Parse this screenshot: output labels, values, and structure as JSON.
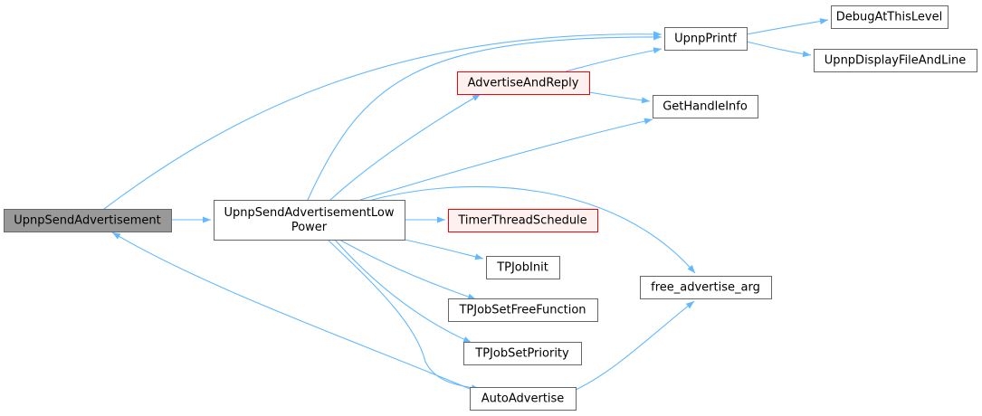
{
  "colors": {
    "edge": "#63b8ff",
    "normal_fill": "#ffffff",
    "normal_border": "#666666",
    "focus_fill": "#999999",
    "focus_border": "#666666",
    "red_fill": "#fff0f0",
    "red_border": "#ff0000"
  },
  "nodes": [
    {
      "id": "upnp-send-advertisement",
      "lines": [
        "UpnpSendAdvertisement"
      ],
      "style": "focus"
    },
    {
      "id": "upnp-send-advertisement-low-power",
      "lines": [
        "UpnpSendAdvertisementLow",
        "Power"
      ],
      "style": "normal"
    },
    {
      "id": "upnp-printf",
      "lines": [
        "UpnpPrintf"
      ],
      "style": "normal"
    },
    {
      "id": "debug-at-this-level",
      "lines": [
        "DebugAtThisLevel"
      ],
      "style": "normal"
    },
    {
      "id": "upnp-display-file-and-line",
      "lines": [
        "UpnpDisplayFileAndLine"
      ],
      "style": "normal"
    },
    {
      "id": "advertise-and-reply",
      "lines": [
        "AdvertiseAndReply"
      ],
      "style": "red"
    },
    {
      "id": "get-handle-info",
      "lines": [
        "GetHandleInfo"
      ],
      "style": "normal"
    },
    {
      "id": "timer-thread-schedule",
      "lines": [
        "TimerThreadSchedule"
      ],
      "style": "red"
    },
    {
      "id": "tp-job-init",
      "lines": [
        "TPJobInit"
      ],
      "style": "normal"
    },
    {
      "id": "free-advertise-arg",
      "lines": [
        "free_advertise_arg"
      ],
      "style": "normal"
    },
    {
      "id": "tp-job-set-free-function",
      "lines": [
        "TPJobSetFreeFunction"
      ],
      "style": "normal"
    },
    {
      "id": "tp-job-set-priority",
      "lines": [
        "TPJobSetPriority"
      ],
      "style": "normal"
    },
    {
      "id": "auto-advertise",
      "lines": [
        "AutoAdvertise"
      ],
      "style": "normal"
    }
  ],
  "edges": [
    {
      "from": "upnp-send-advertisement",
      "to": "upnp-send-advertisement-low-power"
    },
    {
      "from": "upnp-send-advertisement",
      "to": "upnp-printf"
    },
    {
      "from": "upnp-send-advertisement-low-power",
      "to": "upnp-printf"
    },
    {
      "from": "upnp-send-advertisement-low-power",
      "to": "advertise-and-reply"
    },
    {
      "from": "upnp-send-advertisement-low-power",
      "to": "get-handle-info"
    },
    {
      "from": "upnp-send-advertisement-low-power",
      "to": "timer-thread-schedule"
    },
    {
      "from": "upnp-send-advertisement-low-power",
      "to": "tp-job-init"
    },
    {
      "from": "upnp-send-advertisement-low-power",
      "to": "free-advertise-arg"
    },
    {
      "from": "upnp-send-advertisement-low-power",
      "to": "tp-job-set-free-function"
    },
    {
      "from": "upnp-send-advertisement-low-power",
      "to": "tp-job-set-priority"
    },
    {
      "from": "upnp-send-advertisement-low-power",
      "to": "auto-advertise"
    },
    {
      "from": "upnp-printf",
      "to": "debug-at-this-level"
    },
    {
      "from": "upnp-printf",
      "to": "upnp-display-file-and-line"
    },
    {
      "from": "advertise-and-reply",
      "to": "upnp-printf"
    },
    {
      "from": "advertise-and-reply",
      "to": "get-handle-info"
    },
    {
      "from": "auto-advertise",
      "to": "upnp-send-advertisement"
    },
    {
      "from": "auto-advertise",
      "to": "free-advertise-arg"
    }
  ]
}
